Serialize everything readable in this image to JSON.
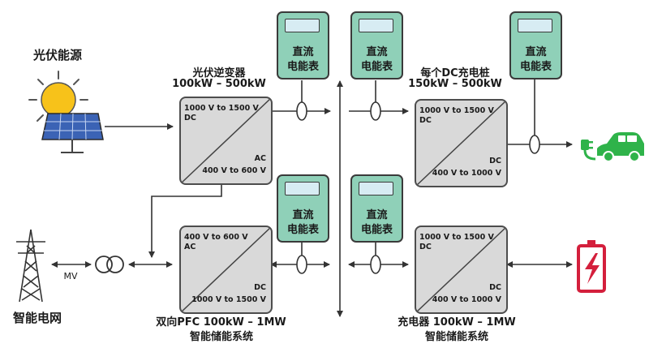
{
  "sources": {
    "pv_title": "光伏能源",
    "grid_title": "智能电网",
    "mv_label": "MV"
  },
  "inverter": {
    "title_line1": "光伏逆变器",
    "title_line2": "100kW – 500kW",
    "in_range": "1000 V to 1500 V",
    "in_type": "DC",
    "out_type": "AC",
    "out_range": "400 V to 600 V"
  },
  "pfc": {
    "caption_line1": "双向PFC 100kW – 1MW",
    "caption_line2": "智能储能系统",
    "top_range": "400 V to 600 V",
    "top_type": "AC",
    "bottom_type": "DC",
    "bottom_range": "1000 V to 1500 V"
  },
  "dc_charger": {
    "title_line1": "每个DC充电桩",
    "title_line2": "150kW – 500kW",
    "in_range": "1000 V to 1500 V",
    "in_type": "DC",
    "out_type": "DC",
    "out_range": "400 V to 1000 V"
  },
  "battery_charger": {
    "caption_line1": "充电器 100kW – 1MW",
    "caption_line2": "智能储能系统",
    "in_range": "1000 V to 1500 V",
    "in_type": "DC",
    "out_type": "DC",
    "out_range": "400 V to 1000 V"
  },
  "meters": [
    {
      "line1": "直流",
      "line2": "电能表"
    },
    {
      "line1": "直流",
      "line2": "电能表"
    },
    {
      "line1": "直流",
      "line2": "电能表"
    },
    {
      "line1": "直流",
      "line2": "电能表"
    },
    {
      "line1": "直流",
      "line2": "电能表"
    }
  ],
  "colors": {
    "meter_fill": "#8fd0b8",
    "meter_screen": "#d7ecf3",
    "converter_fill": "#d9d9d9",
    "sun": "#f7c21a",
    "solar_panel": "#3b63b5",
    "ev_car": "#2fb34a",
    "battery": "#d41f3c",
    "line": "#333333"
  },
  "icons": [
    "sun-icon",
    "solar-panel-icon",
    "transmission-tower-icon",
    "transformer-icon",
    "ev-car-icon",
    "plug-icon",
    "battery-icon",
    "current-sensor-icon"
  ]
}
